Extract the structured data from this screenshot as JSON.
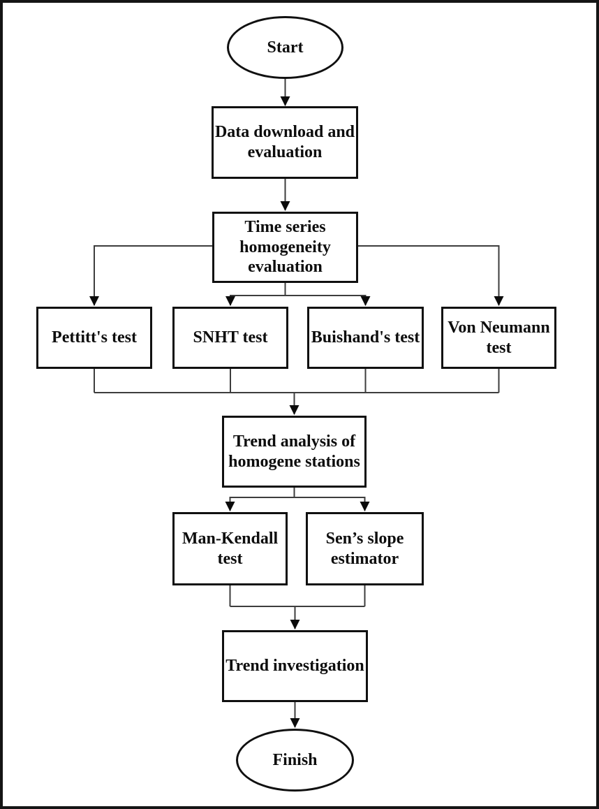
{
  "flowchart": {
    "title": "Trend analysis methodology flowchart",
    "colors": {
      "background": "#ffffff",
      "box_border": "#101010",
      "text": "#0d0d0d",
      "connector": "#3d3d3d",
      "arrowhead": "#0b0b0b",
      "frame": "#151515"
    },
    "nodes": {
      "start": {
        "shape": "ellipse",
        "label": "Start"
      },
      "data_download": {
        "shape": "rect",
        "label": "Data download and\nevaluation"
      },
      "time_series": {
        "shape": "rect",
        "label": "Time series\nhomogeneity\nevaluation"
      },
      "pettitts": {
        "shape": "rect",
        "label": "Pettitt's test"
      },
      "snht": {
        "shape": "rect",
        "label": "SNHT test"
      },
      "buishands": {
        "shape": "rect",
        "label": "Buishand's test"
      },
      "von_neumann": {
        "shape": "rect",
        "label": "Von Neumann\ntest"
      },
      "trend_analysis": {
        "shape": "rect",
        "label": "Trend analysis of\nhomogene stations"
      },
      "man_kendall": {
        "shape": "rect",
        "label": "Man-Kendall\ntest"
      },
      "sens_slope": {
        "shape": "rect",
        "label": "Sen’s slope\nestimator"
      },
      "trend_investigation": {
        "shape": "rect",
        "label": "Trend investigation"
      },
      "finish": {
        "shape": "ellipse",
        "label": "Finish"
      }
    },
    "edges": [
      {
        "from": "start",
        "to": "data_download"
      },
      {
        "from": "data_download",
        "to": "time_series"
      },
      {
        "from": "time_series",
        "to": "pettitts"
      },
      {
        "from": "time_series",
        "to": "snht"
      },
      {
        "from": "time_series",
        "to": "buishands"
      },
      {
        "from": "time_series",
        "to": "von_neumann"
      },
      {
        "from": "pettitts",
        "to": "trend_analysis"
      },
      {
        "from": "snht",
        "to": "trend_analysis"
      },
      {
        "from": "buishands",
        "to": "trend_analysis"
      },
      {
        "from": "von_neumann",
        "to": "trend_analysis"
      },
      {
        "from": "trend_analysis",
        "to": "man_kendall"
      },
      {
        "from": "trend_analysis",
        "to": "sens_slope"
      },
      {
        "from": "man_kendall",
        "to": "trend_investigation"
      },
      {
        "from": "sens_slope",
        "to": "trend_investigation"
      },
      {
        "from": "trend_investigation",
        "to": "finish"
      }
    ]
  }
}
